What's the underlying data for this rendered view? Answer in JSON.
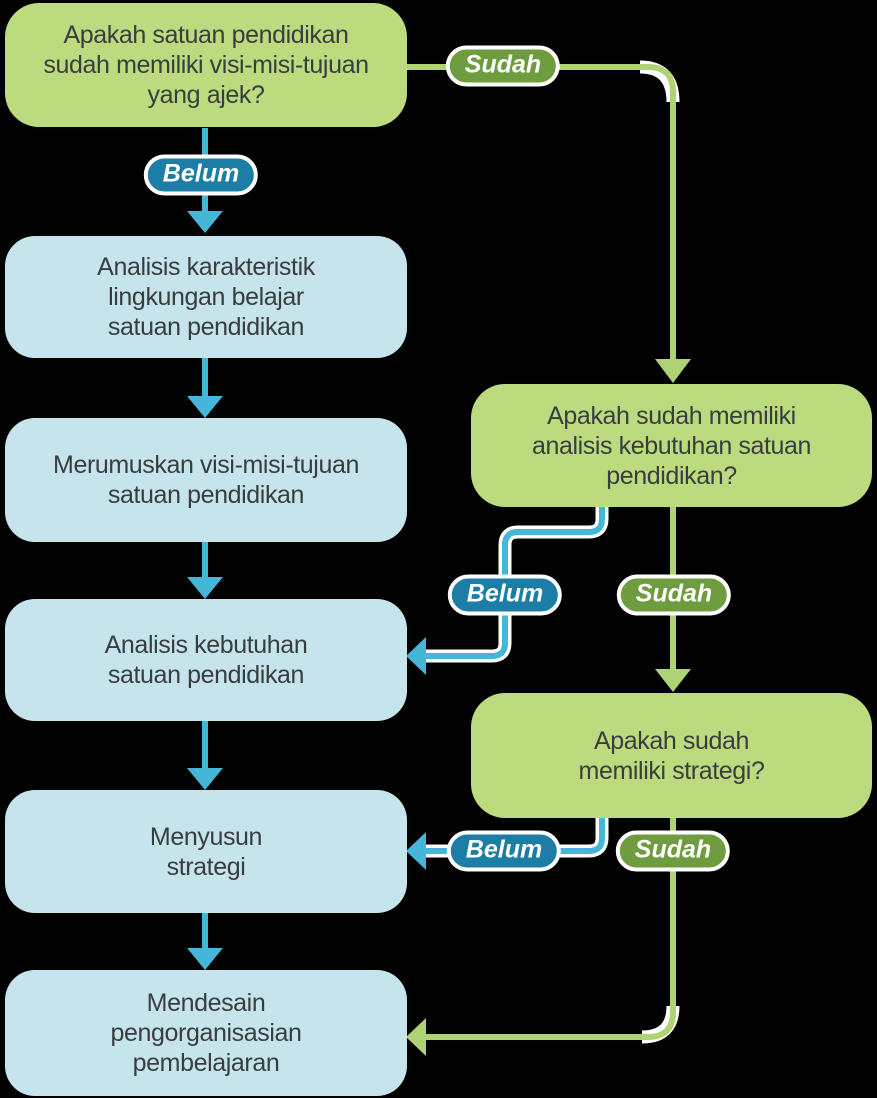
{
  "colors": {
    "background": "#000000",
    "decision_fill": "#bcdb7e",
    "process_fill": "#c5e4eb",
    "node_text": "#383d3f",
    "sudah_pill_fill": "#6f9c3e",
    "belum_pill_fill": "#1c7ea7",
    "pill_text": "#ffffff",
    "pill_border": "#ffffff",
    "sudah_line": "#afd374",
    "belum_line": "#45b5d8",
    "connector_outline": "#ffffff"
  },
  "flowchart": {
    "nodes": {
      "q_visi": {
        "type": "decision",
        "lines": [
          "Apakah satuan pendidikan",
          "sudah memiliki visi-misi-tujuan",
          "yang ajek?"
        ]
      },
      "analisis_karakteristik": {
        "type": "process",
        "lines": [
          "Analisis karakteristik",
          "lingkungan belajar",
          "satuan pendidikan"
        ]
      },
      "merumuskan_visi": {
        "type": "process",
        "lines": [
          "Merumuskan visi-misi-tujuan",
          "satuan pendidikan"
        ]
      },
      "analisis_kebutuhan": {
        "type": "process",
        "lines": [
          "Analisis kebutuhan",
          "satuan pendidikan"
        ]
      },
      "menyusun_strategi": {
        "type": "process",
        "lines": [
          "Menyusun",
          "strategi"
        ]
      },
      "mendesain_pengorganisasian": {
        "type": "process",
        "lines": [
          "Mendesain",
          "pengorganisasian",
          "pembelajaran"
        ]
      },
      "q_analisis_kebutuhan": {
        "type": "decision",
        "lines": [
          "Apakah sudah memiliki",
          "analisis kebutuhan satuan",
          "pendidikan?"
        ]
      },
      "q_strategi": {
        "type": "decision",
        "lines": [
          "Apakah sudah",
          "memiliki strategi?"
        ]
      }
    },
    "edge_labels": {
      "yes": "Sudah",
      "no": "Belum"
    }
  }
}
